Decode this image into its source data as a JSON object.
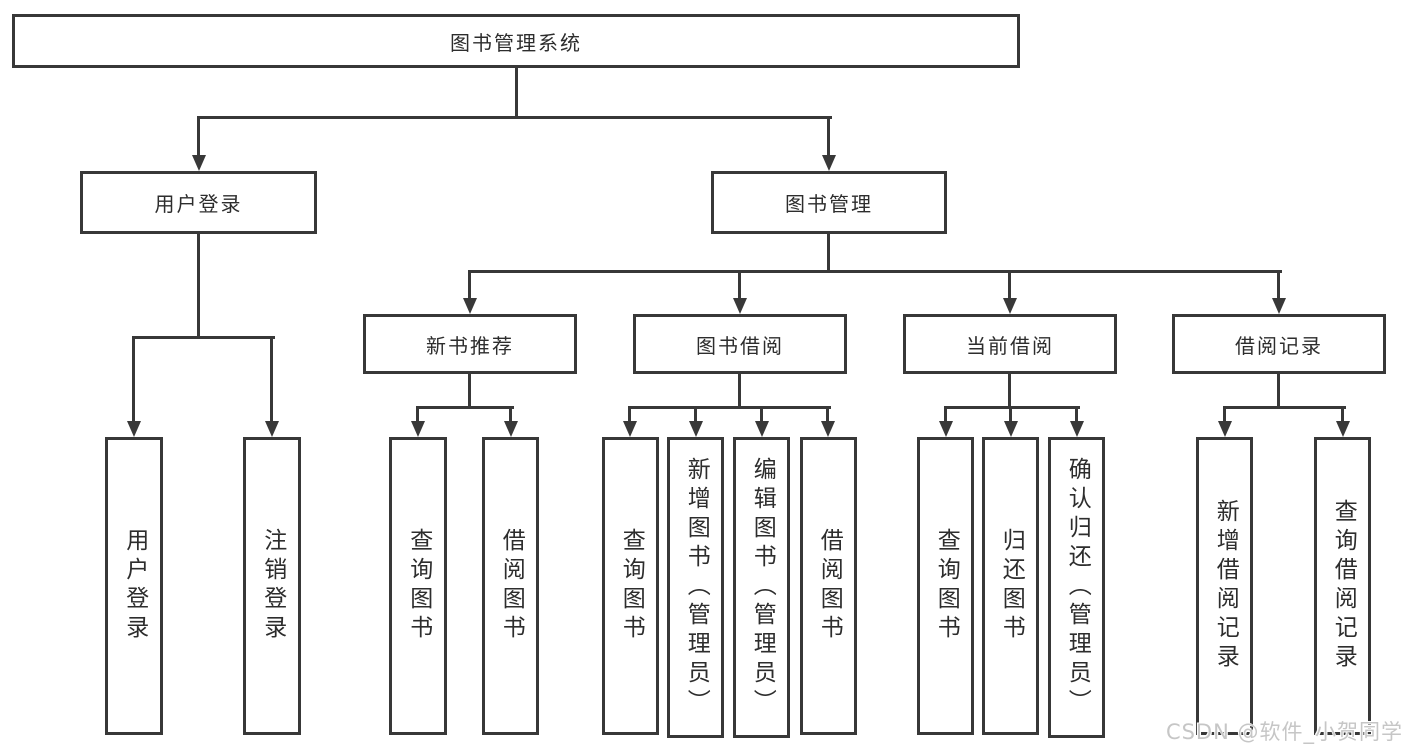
{
  "colors": {
    "stroke": "#383838",
    "text": "#2d2d2d",
    "watermark": "#c6c6c6",
    "background": "#ffffff"
  },
  "root": {
    "label": "图书管理系统"
  },
  "level2": {
    "user_login": "用户登录",
    "book_mgmt": "图书管理"
  },
  "level3": {
    "new_book": "新书推荐",
    "book_borrow": "图书借阅",
    "current_borrow": "当前借阅",
    "borrow_records": "借阅记录"
  },
  "leaves": {
    "user_login": [
      "用户登录",
      "注销登录"
    ],
    "new_book": [
      "查询图书",
      "借阅图书"
    ],
    "book_borrow": [
      "查询图书",
      "新增图书（管理员）",
      "编辑图书（管理员）",
      "借阅图书"
    ],
    "current_borrow": [
      "查询图书",
      "归还图书",
      "确认归还（管理员）"
    ],
    "borrow_records": [
      "新增借阅记录",
      "查询借阅记录"
    ]
  },
  "watermark": "CSDN @软件_小贺同学"
}
